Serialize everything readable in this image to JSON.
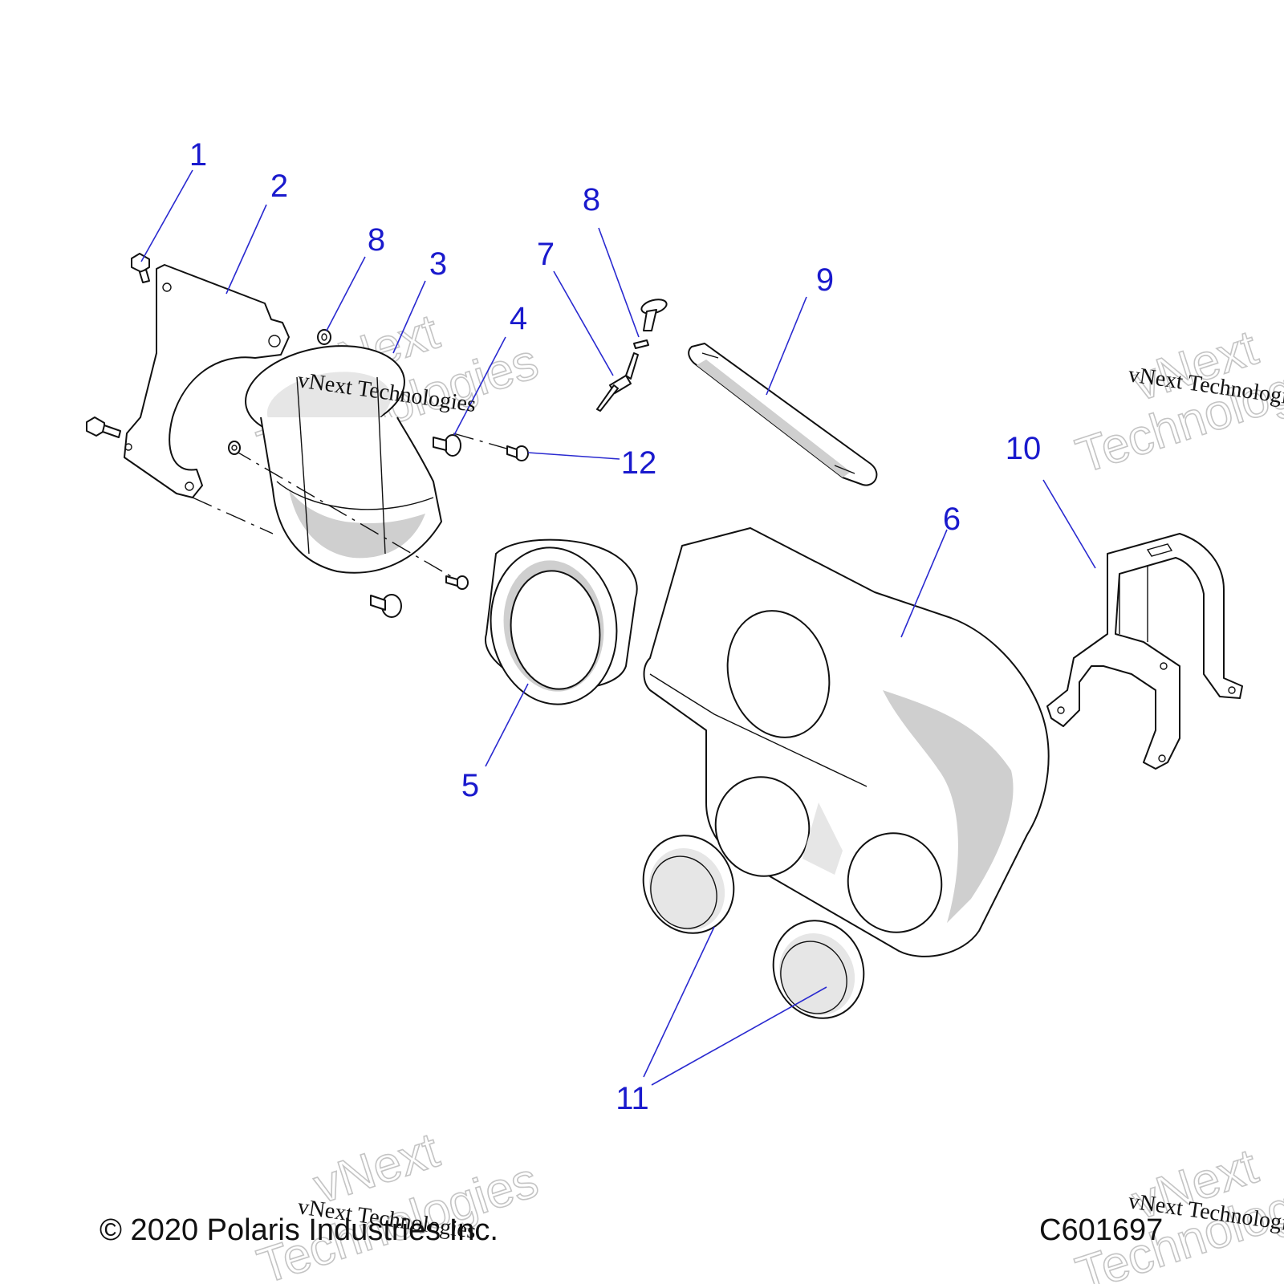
{
  "callouts": [
    {
      "id": "c1",
      "label": "1"
    },
    {
      "id": "c2",
      "label": "2"
    },
    {
      "id": "c8a",
      "label": "8"
    },
    {
      "id": "c3",
      "label": "3"
    },
    {
      "id": "c4",
      "label": "4"
    },
    {
      "id": "c7",
      "label": "7"
    },
    {
      "id": "c8b",
      "label": "8"
    },
    {
      "id": "c9",
      "label": "9"
    },
    {
      "id": "c12",
      "label": "12"
    },
    {
      "id": "c10",
      "label": "10"
    },
    {
      "id": "c6",
      "label": "6"
    },
    {
      "id": "c5",
      "label": "5"
    },
    {
      "id": "c11",
      "label": "11"
    }
  ],
  "watermark": {
    "line1": "vNext",
    "line2": "Technologies",
    "caption": "vNext Technologies"
  },
  "footer": {
    "copyright": "© 2020 Polaris Industries Inc.",
    "drawing_id": "C601697"
  },
  "colors": {
    "callout": "#1a1acd",
    "line": "#111111",
    "watermark": "#c4c4c4"
  }
}
